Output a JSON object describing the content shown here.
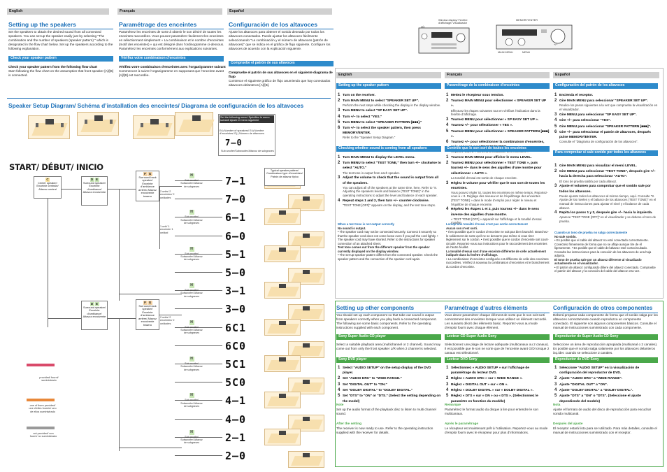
{
  "top": {
    "en": {
      "tag": "English",
      "title": "Setting up the speakers",
      "intro": "Set the speakers to obtain the desired sound from all connected speakers. You can set up the speaker easily just by selecting \"The combination and the number of speakers (speaker pattern) \" which is designated in the flow chart below. Set up the speakers according to the following explanation.",
      "bar": "Check your speaker pattern",
      "sub": "Check your speaker pattern from the following flow chart",
      "body": "Start following the flow chart on the assumption that front speaker [A]/[B] is connected."
    },
    "fr": {
      "tag": "Français",
      "title": "Paramétrage des enceintes",
      "intro": "Paramétrez les enceintes de sorte à obtenir le son désiré de toutes les enceintes raccordées. Vous pouvez paramétrer facilement les enceintes en sélectionnant simplement « La combinaison et le nombre d’enceintes (motif des enceintes) » qui est désigné dans l’ordinogramme ci-dessous. Paramétrez les enceintes conformément aux explications suivantes.",
      "bar": "Vérifiez votre combinaison d’enceintes",
      "sub": "Vérifiez votre combinaison d’enceintes avec l’organigramme suivant",
      "body": "Commencez à suivre l’organigramme en supposant que l’enceinte avant [A]/[B] est raccordée."
    },
    "es": {
      "tag": "Español",
      "title": "Configuración de los altavoces",
      "intro": "Ajuste los altavoces para obtener el sonido deseado por todos los altavoces conectados. Puede ajustar los altavoces fácilmente seleccionando \"La combinación y el número de altavoces (patrón de altavoces)\" que se indica en el gráfico de flujo siguiente. Configure los altavoces de acuerdo con la explicación siguiente.",
      "bar": "Compruebe el patrón de sus altavoces",
      "sub": "Compruebe el patrón de sus altavoces en el siguiente diagrama de flujo",
      "body": "Comience el siguiente gráfico de flujo asumiendo que hay conectados altavoces delanteros [A]/[B]."
    }
  },
  "device": {
    "labels": [
      "I/⏻",
      "Window display/ Fenêtre d’affichage/ Visualizador",
      "MEMORY/ENTER",
      "MAIN MENU",
      "MENU",
      "+/−"
    ]
  },
  "diagram": {
    "title": "Speaker Setup Diagram/ Schéma d’installation des enceintes/ Diagrama de configuración de los altavoces",
    "start": "START/ DÉBUT/ INICIO",
    "legend_top": "Set the following menu/ Spécifiez le menu suivant/ Ajuste el menú siguiente",
    "legend_num": "Ex) Number of speakers/ Ex) Nombre d’enceintes/ Ej.) Número de altavoces",
    "legend_sub": "Sub woofer/Subwoofer/Altavoz de subgraves",
    "typical": "Typical speaker pattern/ Combinaison type d’enceintes/ Patrón de altavoz típico",
    "center": "Center speaker/ Enceinte centrale/ Altavoz central",
    "surround": "Surround speaker/ Enceinte d’ambiance/ Altavoz envolvente",
    "surroundback": "Surround back speaker/ Enceinte d’ambiance arrière/ Altavoz envolvente trasero",
    "units2": "2 units/ 2 enceintes/ 2 unidades",
    "units1": "1 unit/ 1 enceinte/ 1 unidad",
    "subw": "Sub woofer/ Subwoofer/ Altavoz de subgraves",
    "key_provided": "provided/ fourni/ suministrado",
    "key_one": "one of them provided/ une d’elles fournie/ uno de ellos suministrado",
    "key_not": "not provided/ non fourni/ no suministrado",
    "codes": [
      "7–1",
      "7–0",
      "6–1",
      "6–0",
      "5–1",
      "5–0",
      "3–1",
      "3–0",
      "6C1",
      "6C0",
      "5C1",
      "5C0",
      "4–1",
      "4–0",
      "2–1",
      "2–0"
    ]
  },
  "right": {
    "en": {
      "tag": "English",
      "bar1": "Setting up the speaker pattern",
      "steps1": [
        {
          "t": "Turn on the receiver.",
          "d": ""
        },
        {
          "t": "Turn MAIN MENU to select \"SPEAKER SET UP\".",
          "d": "Perform the next steps while checking the display in the display window."
        },
        {
          "t": "Turn MENU to select \"SP EASY SET UP\".",
          "d": ""
        },
        {
          "t": "Turn +/− to select \"YES.\"",
          "d": ""
        },
        {
          "t": "Turn MENU to select \"SPEAKER PATTERN [■■■].\"",
          "d": ""
        },
        {
          "t": "Turn +/− to select the speaker pattern, then press MEMORY/ENTER.",
          "d": "Refer to the \"Speaker Setup Diagram.\""
        }
      ],
      "bar2": "Checking whether sound is coming from all speakers",
      "steps2": [
        {
          "t": "Turn MAIN MENU to display the LEVEL menu.",
          "d": ""
        },
        {
          "t": "Turn MENU to select \"TEST TONE,\" then turn +/− clockwise to select \"AUTO.\"",
          "d": "The test tone is output from each speaker."
        },
        {
          "t": "Adjust the volume to check that the sound is output from all of the speakers.",
          "d": "You can adjust all of the speakers at the same time, here. Refer to \"8. Adjusting the speakers levels and balance (TEST TONE)\" in the operating instructions to adjust the level and balance of each speaker."
        },
        {
          "t": "Repeat steps 1 and 2, then turn +/− counter-clockwise.",
          "d": "\"TEST TONE [OFF]\" appears on the display, and the test tone stops."
        }
      ],
      "red": "When a test tone is not output correctly",
      "nosound": "No sound is output.",
      "nosound_d": "• The speaker cord may not be connected securely. Connect it securely so that the speaker cord does not come loose even if you pull the cord lightly. • The speaker cord may have shorted. Refer to the instructions for speaker connection of an attached sheet.",
      "diff": "Test tone comes out from the different speaker from the speaker currently displayed on the display window.",
      "diff_d": "• The set-up speaker pattern differs from the connected speaker. Check the speaker pattern and the connection of the speaker cord again.",
      "title2": "Setting up other components",
      "intro2": "You should set up each component so that tube out sound is output from speakers correctly when you play back a connected component. The following are some basic components. Refer to the operating instructions supplied with each component.",
      "bar3": "Sony Super Audio CD player",
      "body3": "Select a suitable playback area (multichannel or 2 channel). Sound may come out from only the front speaker L/R when 2 channel is selected.",
      "bar4": "Sony DVD player",
      "steps4": [
        {
          "t": "Select \"AUDIO SETUP\" on the setup display of the DVD player.",
          "d": ""
        },
        {
          "t": "Set \"AUDIO DRC\" to \"WIDE RANGE.\"",
          "d": ""
        },
        {
          "t": "Set \"DIGITAL OUT\" to \"ON.\"",
          "d": ""
        },
        {
          "t": "Set \"DOLBY DIGITAL\" to \"DOLBY DIGITAL.\"",
          "d": ""
        },
        {
          "t": "Set \"DTS\" to \"ON\" or \"DTS.\" (Select the setting depending on the model)",
          "d": ""
        }
      ],
      "note_t": "Note",
      "note": "Set up the audio format of the playback disc to listen to multi channel sound.",
      "after_t": "After the setting",
      "after": "The receiver is now ready to use. Refer to the operating instruction supplied with the receiver for details."
    },
    "fr": {
      "tag": "Français",
      "bar1": "Paramétrage de la combinaison d’enceintes",
      "steps1": [
        {
          "t": "Mettez le récepteur sous tension.",
          "d": ""
        },
        {
          "t": "Tournez MAIN MENU pour sélectionner « SPEAKER SET UP ».",
          "d": "Effectuez les étapes suivantes tout en vérifiant l’indication dans la fenêtre d’affichage."
        },
        {
          "t": "Tournez MENU pour sélectionner « SP EASY SET UP ».",
          "d": ""
        },
        {
          "t": "Tournez +/− pour sélectionner « YES ».",
          "d": ""
        },
        {
          "t": "Tournez MENU pour sélectionner « SPEAKER PATTERN [■■■] ».",
          "d": ""
        },
        {
          "t": "Tournez +/− pour sélectionner la combinaison d’enceintes, puis appuyez sur MEMORY/ENTER.",
          "d": "Reportez-vous à « Schéma d’installation des enceintes »."
        }
      ],
      "bar2": "Contrôle que le son sort de toutes les enceintes",
      "steps2": [
        {
          "t": "Tournez MAIN MENU pour afficher le menu LEVEL.",
          "d": ""
        },
        {
          "t": "Tournez MENU pour sélectionner « TEST TONE », puis tournez +/− dans le sens des aiguilles d’une montre pour sélectionner « AUTO ».",
          "d": "La tonalité d’essai est sortie de chaque enceinte."
        },
        {
          "t": "Réglez le volume pour vérifier que le son sort de toutes les enceintes.",
          "d": "Vous pouvez régler ici, toutes les enceintes en même temps. Reportez-vous à « 8. Réglage des niveaux et de l’équilibrage des enceintes (TEST TONE) » dans le mode d’emploi pour régler le niveau et l’équilibre de chaque enceinte."
        },
        {
          "t": "Répétez les étapes 1 et 2, puis tournez +/− dans le sens inverse des aiguilles d’une montre.",
          "d": "« TEST TONE [OFF] » apparaît sur l’affichage et la tonalité d’essai s’arrête."
        }
      ],
      "red": "Lorsqu’une tonalité d’essai n’est pas sortie correctement",
      "nosound": "Aucun son n’est sorti.",
      "nosound_d": "• Il est possible que le cordon d’enceinte ne soit pas bien branché. Branchez-le solidement de sorte qu’il ne se desserre pas même si vous tirez légèrement sur le cordon. • Il est possible que le cordon d’enceinte soit court-circuité. Reportez-vous aux instructions pour le raccordement des enceintes de l’autre feuillet.",
      "diff": "La tonalité d’essai sort d’une enceinte différente de celle actuellement indiquée dans la fenêtre d’affichage.",
      "diff_d": "• La combinaison d’enceintes configurée est différente de celle des enceintes raccordées. Vérifiez à nouveau la combinaison d’enceintes et le branchement du cordon d’enceinte.",
      "title2": "Paramétrage d’autres éléments",
      "intro2": "Vous devez paramétrer chaque élément de sorte que le son soit sorti correctement des enceintes lorsque vous utilisez un élément raccordé. Les suivants décrit des éléments basic. Reportez-vous au mode d’emploi fourni avec chaque élément.",
      "bar3": "Lecteur CD Super Audio Sony",
      "body3": "Sélectionnez une plage de lecture adéquate (multicanaux ou 2 canaux). Il est possible que le son ne sorte que de l’enceinte avant G/D lorsque 2 canaux est sélectionné.",
      "bar4": "Lecteur DVD Sony",
      "steps4": [
        {
          "t": "Sélectionnez « AUDIO SETUP » sur l’affichage de paramétrage du lecteur DVD.",
          "d": ""
        },
        {
          "t": "Réglez « AUDIO DRC » sur « WIDE RANGE ».",
          "d": ""
        },
        {
          "t": "Réglez « DIGITAL OUT » sur « ON ».",
          "d": ""
        },
        {
          "t": "Réglez « DOLBY DIGITAL » sur « DOLBY DIGITAL ».",
          "d": ""
        },
        {
          "t": "Réglez « DTS » sur « ON » ou « DTS ». (Sélectionnez le paramètre en fonction du modèle)",
          "d": ""
        }
      ],
      "note_t": "Remarque",
      "note": "Paramétrez le format audio du disque à lire pour entendre le son multicanaux.",
      "after_t": "Après le paramétrage",
      "after": "Le récepteur est maintenant prêt à l’utilisation. Reportez-vous au mode d’emploi fourni avec le récepteur pour plus d’informations."
    },
    "es": {
      "tag": "Español",
      "bar1": "Configuración del patrón de los altavoces",
      "steps1": [
        {
          "t": "Encienda el receptor.",
          "d": ""
        },
        {
          "t": "Gire MAIN MENU para seleccionar \"SPEAKER SET UP\".",
          "d": "Realice los pasos siguientes a la vez que comprueba la visualización en el visualizador."
        },
        {
          "t": "Gire MENU para seleccionar \"SP EASY SET UP\".",
          "d": ""
        },
        {
          "t": "Gire +/− para seleccionar \"YES\".",
          "d": ""
        },
        {
          "t": "Gire MENU para seleccionar \"SPEAKER PATTERN [■■■]\".",
          "d": ""
        },
        {
          "t": "Gire +/− para seleccionar el patrón de altavoces, después pulse MEMORY/ENTER.",
          "d": "Consulte el \"Diagrama de configuración de los altavoces\"."
        }
      ],
      "bar2": "Para comprobar si sale sonido por todos los altavoces",
      "steps2": [
        {
          "t": "Gire MAIN MENU para visualizar el menú LEVEL.",
          "d": ""
        },
        {
          "t": "Gire MENU para seleccionar \"TEST TONE\", después gire +/− hacia la derecha para seleccionar \"AUTO\".",
          "d": "El tono de prueba saldrá por cada altavoz."
        },
        {
          "t": "Ajuste el volumen para comprobar que el sonido sale por todos los altavoces.",
          "d": "Puede ajustar todos los altavoces al mismo tiempo, aquí. Consulte \"8. Ajuste de los niveles y el balance de los altavoces (TEST TONE)\" en el manual de instrucciones para ajustar el nivel y el balance de cada altavoz."
        },
        {
          "t": "Repita los pasos 1 y 2, después gire +/− hacia la izquierda.",
          "d": "Aparece \"TEST TONE [OFF]\" en el visualizador y se detiene el tono de prueba."
        }
      ],
      "red": "Cuando un tono de prueba no salga correctamente",
      "nosound": "No sale sonido.",
      "nosound_d": "• Es posible que el cable del altavoz no esté conectado correctamente. Conéctelo firmemente de forma que no se afloje aunque tire de él ligeramente. • Es posible que el cable del altavoz esté cortocircuitado. Consulte las instrucciones para la conexión de los altavoces de una hoja adjunta.",
      "diff": "El tono de prueba sale por un altavoz diferente al visualizado actualmente en el visualizador.",
      "diff_d": "• El patrón de altavoz configurado difiere del altavoz conectado. Compruebe el patrón del altavoz y la conexión del cable del altavoz otra vez.",
      "title2": "Configuración de otros componentes",
      "intro2": "Deberá preparar cada componente de forma que el sonido salga por los altavoces correctamente cuando reproduzca un componente conectado. El siguiente son algunos componentes básicos. Consulte el manual de instrucciones suministrado con cada componente.",
      "bar3": "Reproductor de Super Audio CD Sony",
      "body3": "Seleccione un área de reproducción apropiada (multicanal o 2 canales). Es posible que el sonido salga solamente por los altavoces delanteros izq./der. cuando se seleccione 2 canales.",
      "bar4": "Reproductor de DVD Sony",
      "steps4": [
        {
          "t": "Seleccione \"AUDIO SETUP\" en la visualización de configuración del reproductor de DVD.",
          "d": ""
        },
        {
          "t": "Ajuste \"AUDIO DRC\" a \"WIDE RANGE\".",
          "d": ""
        },
        {
          "t": "Ajuste \"DIGITAL OUT\" a \"ON\".",
          "d": ""
        },
        {
          "t": "Ajuste \"DOLBY DIGITAL\" a \"DOLBY DIGITAL\".",
          "d": ""
        },
        {
          "t": "Ajuste \"DTS\" a \"ON\" o \"DTS\". (Seleccione el ajuste dependiendo del modelo)",
          "d": ""
        }
      ],
      "note_t": "Nota",
      "note": "Ajuste el formato de audio del disco de reproducción para escuchar sonido multicanal.",
      "after_t": "Después del ajuste",
      "after": "El receptor estará listo para ser utilizado. Para más detalles, consulte el manual de instrucciones suministrado con el receptor."
    }
  }
}
